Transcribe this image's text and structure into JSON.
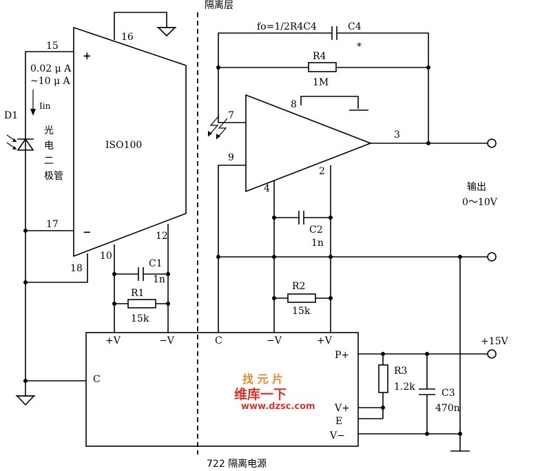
{
  "labels": {
    "isolation_layer": "隔离层",
    "fo_formula": "fo=1/2R4C4",
    "input_range_min": "0.02 μ A",
    "input_range_max": "~10 μ A",
    "iin": "Iin",
    "output": "输出",
    "output_range": "0～10V",
    "plus15v": "+15V",
    "supply_722": "722 隔离电源"
  },
  "iso100": {
    "name": "ISO100",
    "plus": "+",
    "minus": "−",
    "pins": {
      "p15": "15",
      "p16": "16",
      "p17": "17",
      "p18": "18",
      "p10": "10",
      "p12": "12"
    }
  },
  "opamp": {
    "pins": {
      "p7": "7",
      "p8": "8",
      "p9": "9",
      "p3": "3",
      "p4": "4",
      "p2": "2"
    }
  },
  "components": {
    "d1": {
      "name": "D1",
      "chars": [
        "光",
        "电",
        "二",
        "极管"
      ]
    },
    "c1": {
      "name": "C1",
      "value": "1n"
    },
    "r1": {
      "name": "R1",
      "value": "15k"
    },
    "c2": {
      "name": "C2",
      "value": "1n"
    },
    "r2": {
      "name": "R2",
      "value": "15k"
    },
    "r3": {
      "name": "R3",
      "value": "1.2k"
    },
    "c3": {
      "name": "C3",
      "value": "470n"
    },
    "c4": {
      "name": "C4",
      "note": "*"
    },
    "r4": {
      "name": "R4",
      "value": "1M"
    }
  },
  "supply": {
    "left_plus_v": "+V",
    "left_minus_v": "−V",
    "left_c": "C",
    "right_c": "C",
    "right_minus_v": "−V",
    "right_plus_v": "+V",
    "p_plus": "P+",
    "v_plus": "V+",
    "e": "E",
    "v_minus": "V−"
  },
  "watermark": {
    "line1": "找 元 片",
    "line2": "维库一下",
    "line3": "www.dzsc.com"
  }
}
